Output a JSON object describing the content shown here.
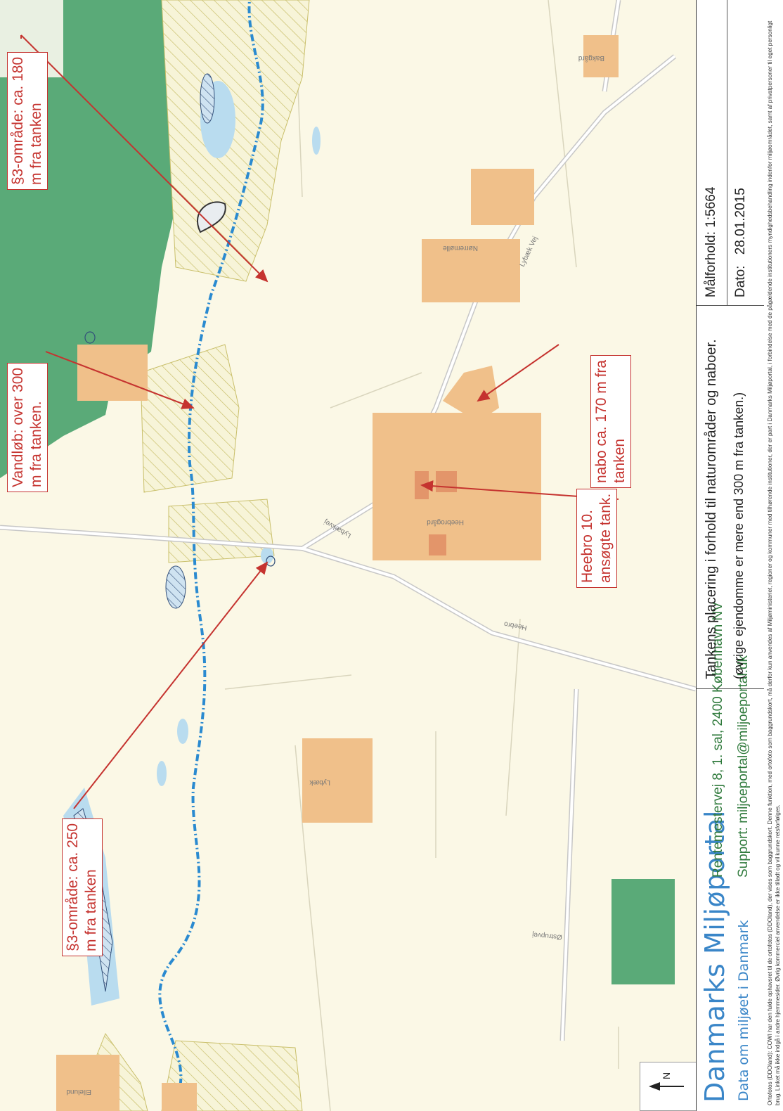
{
  "annotations": {
    "s3_left": [
      "§3-område: ca. 250",
      "m fra tanken"
    ],
    "vandlob": [
      "Vandløb: over 300",
      "m fra tanken."
    ],
    "s3_top": [
      "§3-område: ca. 180",
      "m fra tanken"
    ],
    "heebro": [
      "Heebro 10.",
      "ansøgte tank."
    ],
    "nabo": [
      "nabo ca. 170 m fra",
      "tanken"
    ]
  },
  "road_labels": {
    "heebro": "Heebro",
    "lybaekvej": "Lybækvej",
    "lybaek_east": "Lybæk Vej",
    "ostrupvej": "Østrupvej",
    "farm_a": "Heebrogård",
    "farm_b": "Nørremølle",
    "farm_c": "Bakgård",
    "farm_d": "Ellelund",
    "farm_e": "Lybæk"
  },
  "footer": {
    "brand": "Danmarks Miljøportal",
    "tagline": "Data om miljøet i Danmark",
    "address": "Rentemestervej 8, 1. sal, 2400 København NV",
    "support": "Support: miljoeportal@miljoeportal.dk",
    "map_title": "Tankens placering i forhold til naturområder og naboer.",
    "map_subtitle": "(øvrige ejendomme er mere end 300 m fra tanken.)",
    "scale": "Målforhold: 1:5664",
    "date_label": "Dato:",
    "date": "28.01.2015",
    "disclaimer": "Ortofotos (DDOland): COWI har den fulde ophavsret til de ortofotos (DDOland), der vises som baggrundskort. Denne funktion, med ortofoto som baggrundskort, må derfor kun anvendes af Miljøministeriet, regioner og kommuner med tilhørende institutioner, der er part i Danmarks Miljøportal, i forbindelse med de pågældende institutioners myndighedsbehandling indenfor miljøområdet, samt af privatpersoner til eget personligt brug. Linket må ikke indgå i andre hjemmesider. Øvrig kommerciel anvendelse er ikke tilladt og vil kunne retsforfølges."
  },
  "north_label": "N",
  "colors": {
    "forest": "#5aaa78",
    "farmland": "#fbf8e6",
    "building_plot": "#f0c08a",
    "water": "#b9dcef",
    "stream": "#2a8ad0",
    "protected_hatch": "#c9bf6a",
    "annotation_red": "#c5332f",
    "brand_blue": "#3a86c8",
    "address_green": "#2f7a3c"
  }
}
